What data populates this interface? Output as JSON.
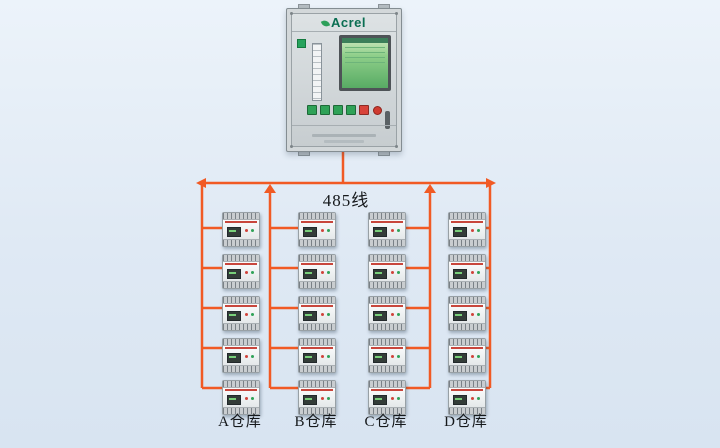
{
  "bus_label": "485线",
  "line_color": "#f15a24",
  "colors": {
    "background": "#dfe9f4",
    "screen_green": "#58ab64"
  },
  "cabinet": {
    "brand": "Acrel",
    "button_colors": [
      "#2fa257",
      "#2fa257",
      "#2fa257",
      "#2fa257",
      "#d8433a"
    ]
  },
  "columns": [
    {
      "id": "A",
      "label": "A仓库",
      "module_count": 5
    },
    {
      "id": "B",
      "label": "B仓库",
      "module_count": 5
    },
    {
      "id": "C",
      "label": "C仓库",
      "module_count": 5
    },
    {
      "id": "D",
      "label": "D仓库",
      "module_count": 5
    }
  ]
}
